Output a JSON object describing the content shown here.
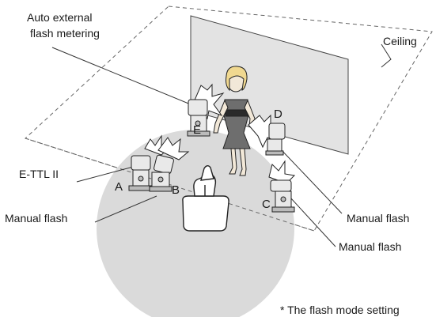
{
  "labels": {
    "auto_external_line1": "Auto external",
    "auto_external_line2": "flash metering",
    "ceiling": "Ceiling",
    "ettl": "E-TTL II",
    "manual_flash_left": "Manual flash",
    "manual_flash_right_upper": "Manual flash",
    "manual_flash_right_lower": "Manual flash",
    "footnote": "* The flash mode setting"
  },
  "units": {
    "a": "A",
    "b": "B",
    "c": "C",
    "d": "D",
    "e": "E"
  },
  "colors": {
    "floor_circle": "#dadada",
    "backdrop": "#e3e3e3",
    "line": "#333333",
    "dress": "#6e6e6e",
    "flash_body": "#e9e9e9"
  }
}
